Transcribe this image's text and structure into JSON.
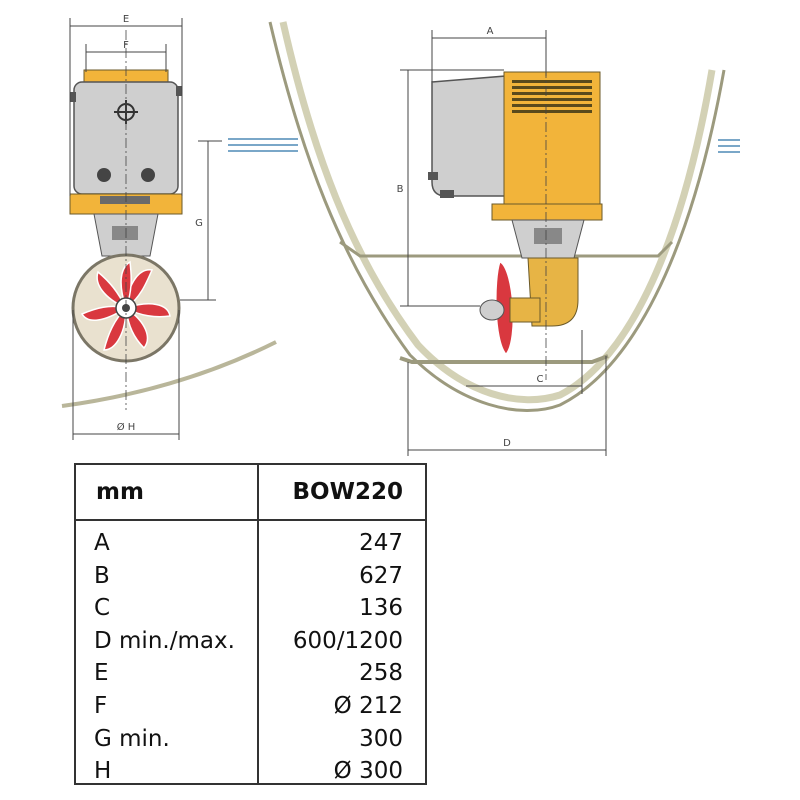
{
  "drawing": {
    "dimension_labels": {
      "A": "A",
      "B": "B",
      "C": "C",
      "D": "D",
      "E": "E",
      "F": "F",
      "G": "G",
      "H": "Ø H"
    },
    "colors": {
      "motor_body": "#f2b43a",
      "housing": "#cfcfcf",
      "propeller": "#d9383f",
      "hull": "#c8c6a2",
      "water": "#7aa7c8"
    }
  },
  "table": {
    "header": {
      "unit": "mm",
      "model": "BOW220"
    },
    "rows": [
      {
        "label": "A",
        "value": "247"
      },
      {
        "label": "B",
        "value": "627"
      },
      {
        "label": "C",
        "value": "136"
      },
      {
        "label": "D min./max.",
        "value": "600/1200"
      },
      {
        "label": "E",
        "value": "258"
      },
      {
        "label": "F",
        "value": "Ø 212"
      },
      {
        "label": "G min.",
        "value": "300"
      },
      {
        "label": "H",
        "value": "Ø 300"
      }
    ]
  }
}
